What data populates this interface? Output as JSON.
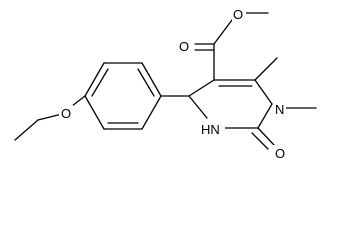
{
  "molecule": {
    "atoms": {
      "ether_oxygen": "O",
      "carbonyl_oxygen_ester": "O",
      "methoxy_oxygen": "O",
      "carbonyl_oxygen_urea": "O",
      "nitrogen_methyl": "N",
      "nitrogen_h": "HN"
    }
  },
  "colors": {
    "bond": "#000000",
    "background": "#ffffff"
  }
}
